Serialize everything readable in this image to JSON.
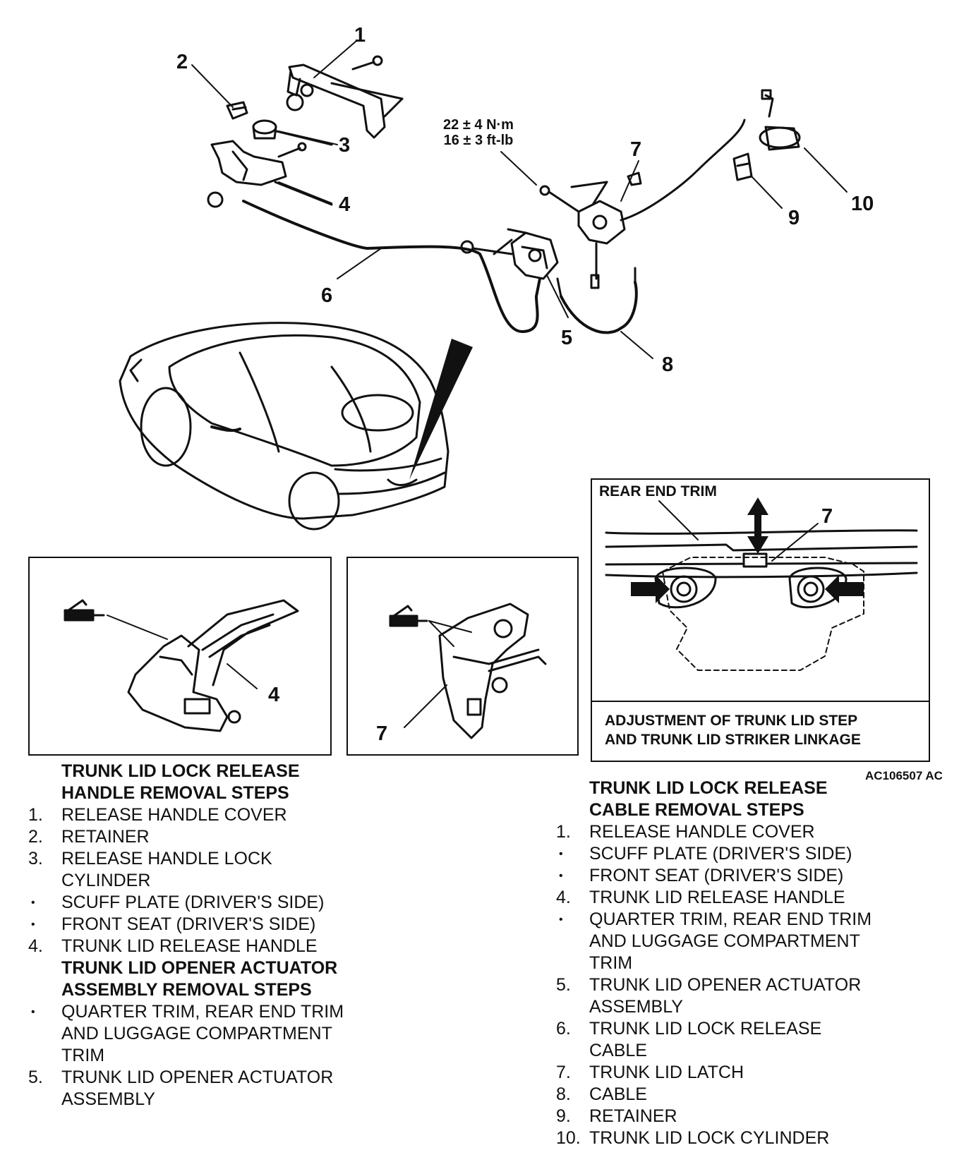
{
  "callouts": {
    "c1": "1",
    "c2": "2",
    "c3": "3",
    "c4": "4",
    "c5": "5",
    "c6": "6",
    "c7": "7",
    "c8": "8",
    "c9": "9",
    "c10": "10"
  },
  "torque": {
    "nm": "22 ± 4 N·m",
    "ftlb": "16 ± 3 ft-lb"
  },
  "panels": {
    "handle_detail": {
      "callout": "4"
    },
    "latch_detail": {
      "callout": "7"
    },
    "adjustment": {
      "label": "REAR END TRIM",
      "callout": "7",
      "caption_line1": "ADJUSTMENT OF TRUNK LID STEP",
      "caption_line2": "AND TRUNK LID STRIKER LINKAGE"
    }
  },
  "figure_id": "AC106507 AC",
  "left_steps": {
    "heading_line1": "TRUNK LID LOCK RELEASE",
    "heading_line2": "HANDLE REMOVAL STEPS",
    "items": [
      {
        "marker": "1.",
        "text": "RELEASE HANDLE COVER"
      },
      {
        "marker": "2.",
        "text": "RETAINER"
      },
      {
        "marker": "3.",
        "text": "RELEASE HANDLE LOCK CYLINDER"
      },
      {
        "marker": "•",
        "text": "SCUFF PLATE (DRIVER'S SIDE)"
      },
      {
        "marker": "•",
        "text": "FRONT SEAT (DRIVER'S SIDE)"
      },
      {
        "marker": "4.",
        "text": "TRUNK LID RELEASE HANDLE"
      }
    ],
    "sub_heading_line1": "TRUNK LID OPENER ACTUATOR",
    "sub_heading_line2": "ASSEMBLY REMOVAL STEPS",
    "sub_items": [
      {
        "marker": "•",
        "text": "QUARTER TRIM, REAR END TRIM AND LUGGAGE COMPARTMENT TRIM"
      },
      {
        "marker": "5.",
        "text": "TRUNK LID OPENER ACTUATOR ASSEMBLY"
      }
    ]
  },
  "right_steps": {
    "heading_line1": "TRUNK LID LOCK RELEASE",
    "heading_line2": "CABLE REMOVAL STEPS",
    "items": [
      {
        "marker": "1.",
        "text": "RELEASE HANDLE COVER"
      },
      {
        "marker": "•",
        "text": "SCUFF PLATE (DRIVER'S SIDE)"
      },
      {
        "marker": "•",
        "text": "FRONT SEAT (DRIVER'S SIDE)"
      },
      {
        "marker": "4.",
        "text": "TRUNK LID RELEASE HANDLE"
      },
      {
        "marker": "•",
        "text": "QUARTER TRIM, REAR END TRIM AND LUGGAGE COMPARTMENT TRIM"
      },
      {
        "marker": "5.",
        "text": "TRUNK LID OPENER ACTUATOR ASSEMBLY"
      },
      {
        "marker": "6.",
        "text": "TRUNK LID LOCK RELEASE CABLE"
      },
      {
        "marker": "7.",
        "text": "TRUNK LID LATCH"
      },
      {
        "marker": "8.",
        "text": "CABLE"
      },
      {
        "marker": "9.",
        "text": "RETAINER"
      },
      {
        "marker": "10.",
        "text": "TRUNK LID LOCK CYLINDER"
      }
    ]
  }
}
